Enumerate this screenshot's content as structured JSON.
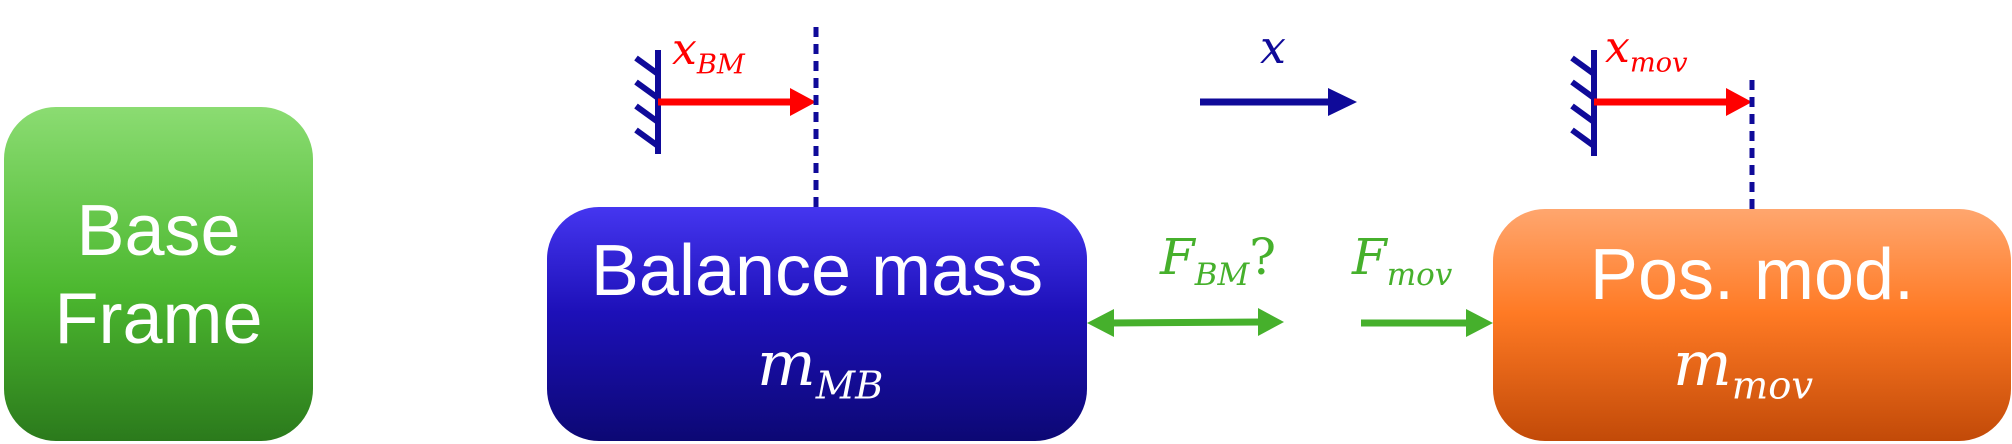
{
  "blocks": {
    "base_frame": {
      "line1": "Base",
      "line2": "Frame"
    },
    "balance_mass": {
      "title": "Balance mass",
      "mass_symbol": "m",
      "mass_sub": "MB"
    },
    "pos_mod": {
      "title": "Pos. mod.",
      "mass_symbol": "m",
      "mass_sub": "mov"
    }
  },
  "labels": {
    "x_bm": {
      "symbol": "x",
      "sub": "BM"
    },
    "x_axis": {
      "symbol": "x"
    },
    "x_mov": {
      "symbol": "x",
      "sub": "mov"
    },
    "f_bm": {
      "symbol": "F",
      "sub": "BM",
      "suffix": "?"
    },
    "f_mov": {
      "symbol": "F",
      "sub": "mov"
    }
  },
  "colors": {
    "blue": "#0f0a99",
    "red": "#ff0000",
    "green": "#46b02c"
  }
}
